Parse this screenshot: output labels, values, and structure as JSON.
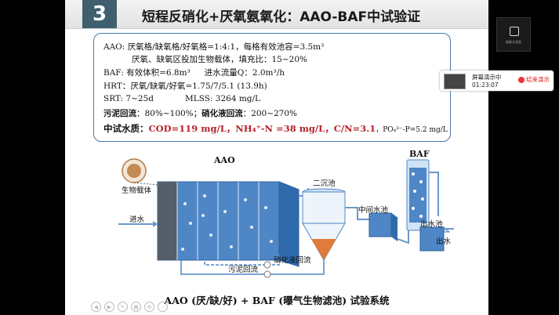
{
  "slide": {
    "number": "3",
    "title": "短程反硝化+厌氧氨氧化：AAO-BAF中试验证",
    "params": {
      "aao_label": "AAO",
      "aao_ratio": ": 厌氧格/缺氧格/好氧格=1:4:1，每格有效池容=3.5m³",
      "aao_carrier": "厌氧、缺氧区投加生物载体，填充比：15~20%",
      "baf": "BAF: 有效体积=6.8m³",
      "inflow": "进水流量Q：2.0m³/h",
      "hrt": "HRT：厌氧/缺氧/好氧=1.75/7/5.1 (13.9h)",
      "srt": "SRT: 7~25d",
      "mlss": "MLSS: 3264 mg/L",
      "sludge_return_label": "污泥回流",
      "sludge_return_value": "：80%~100%；",
      "nitrate_return_label": "硝化液回流",
      "nitrate_return_value": "：200~270%",
      "quality_label": "中试水质：",
      "cod": "COD=119 mg/L，",
      "nh4": "NH₄⁺-N =38 mg/L，",
      "cn": "C/N=3.1",
      "po4": "，PO₄³⁻-P=5.2 mg/L"
    },
    "diagram": {
      "carrier_label": "生物载体",
      "aao_label": "AAO",
      "inflow_label": "进水",
      "clarifier_label": "二沉池",
      "mid_tank_label": "中间水池",
      "baf_label": "BAF",
      "out_tank_label": "出水池",
      "outflow_label": "出水",
      "nitrate_return_label": "硝化液回流",
      "sludge_return_label": "污泥回流"
    },
    "caption": "AAO (厌/缺/好) + BAF (曝气生物滤池) 试验系统"
  },
  "recorder": {
    "status": "屏幕演示中",
    "time": "01:23:07",
    "stop": "结束演示"
  },
  "camera": {
    "label": "摄像头画面"
  },
  "colors": {
    "title_box": "#3f5f6f",
    "param_border": "#4a7aa6",
    "highlight_red": "#b8222b",
    "water_blue": "#4f86c6",
    "pipe_blue": "#6b98c9",
    "sludge_orange": "#e07b3a"
  }
}
